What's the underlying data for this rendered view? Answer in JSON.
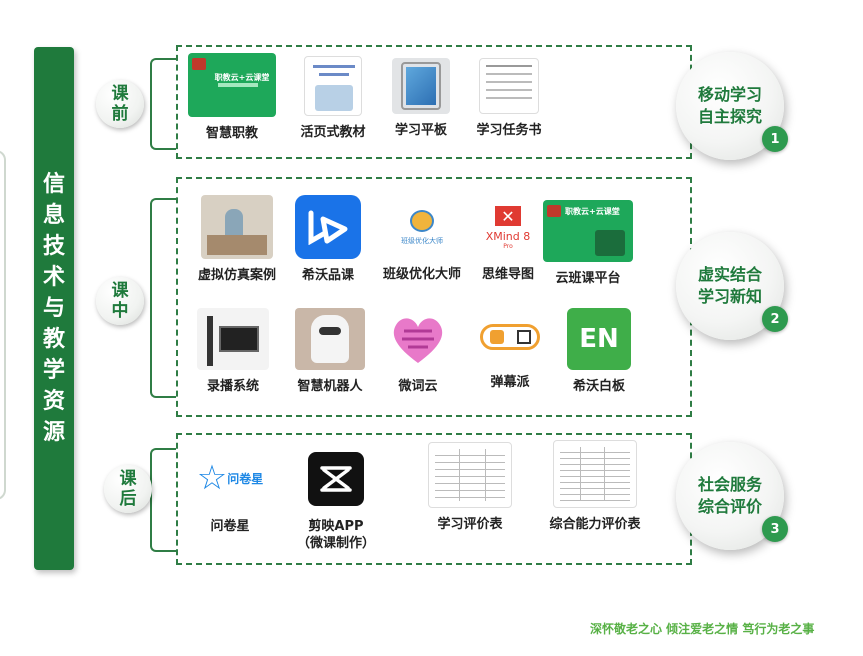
{
  "main_title": "信息技术与教学资源",
  "stages": {
    "before": "课前",
    "during": "课中",
    "after": "课后"
  },
  "before_items": [
    "智慧职教",
    "活页式教材",
    "学习平板",
    "学习任务书"
  ],
  "during_row1": [
    "虚拟仿真案例",
    "希沃品课",
    "班级优化大师",
    "思维导图",
    "云班课平台"
  ],
  "during_row2": [
    "录播系统",
    "智慧机器人",
    "微词云",
    "弹幕派",
    "希沃白板"
  ],
  "after_items": {
    "wjx": "问卷星",
    "jianying_line1": "剪映APP",
    "jianying_line2": "（微课制作）",
    "eval1": "学习评价表",
    "eval2": "综合能力评价表"
  },
  "goals": [
    {
      "line1": "移动学习",
      "line2": "自主探究",
      "num": "1"
    },
    {
      "line1": "虚实结合",
      "line2": "学习新知",
      "num": "2"
    },
    {
      "line1": "社会服务",
      "line2": "综合评价",
      "num": "3"
    }
  ],
  "thumb_text": {
    "zhjj": "职教云+云课堂",
    "xmind": "XMind 8",
    "xmind_pro": "Pro",
    "en": "EN",
    "wjx": "问卷星",
    "bjyh": "班级优化大师"
  },
  "footer": "深怀敬老之心  倾注爱老之情  笃行为老之事",
  "colors": {
    "brand_green": "#1f7a3c",
    "accent_green": "#2e9a4f",
    "footer_green": "#58b146"
  }
}
